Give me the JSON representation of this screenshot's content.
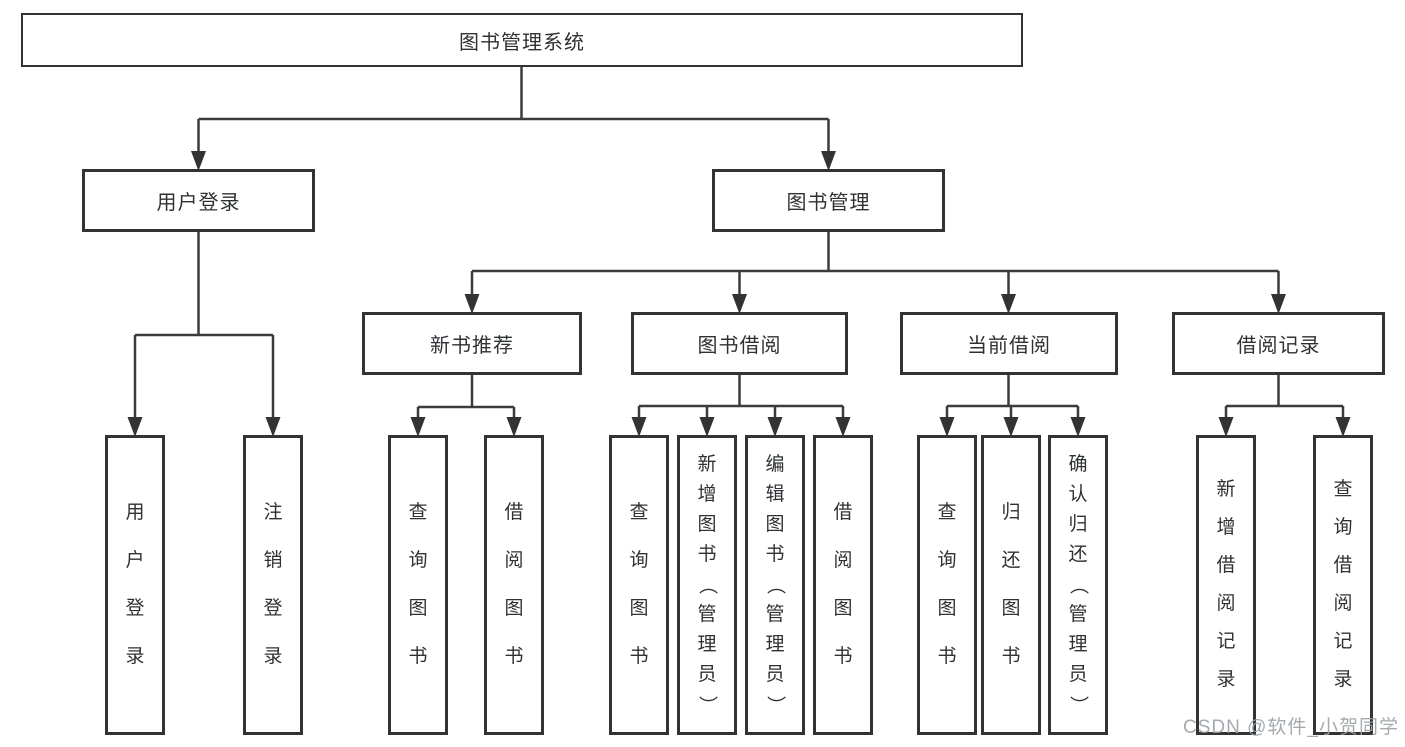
{
  "diagram": {
    "root": "图书管理系统",
    "level2": [
      "用户登录",
      "图书管理"
    ],
    "level3": [
      "新书推荐",
      "图书借阅",
      "当前借阅",
      "借阅记录"
    ],
    "leaves": [
      "用户登录",
      "注销登录",
      "查询图书",
      "借阅图书",
      "查询图书",
      "新增图书（管理员）",
      "编辑图书（管理员）",
      "借阅图书",
      "查询图书",
      "归还图书",
      "确认归还（管理员）",
      "新增借阅记录",
      "查询借阅记录"
    ]
  },
  "watermark": "CSDN @软件_小贺同学",
  "colors": {
    "line": "#3b3b3b",
    "border": "#333333",
    "text": "#2f3235",
    "watermark": "#9ba1a6",
    "background": "#ffffff"
  }
}
